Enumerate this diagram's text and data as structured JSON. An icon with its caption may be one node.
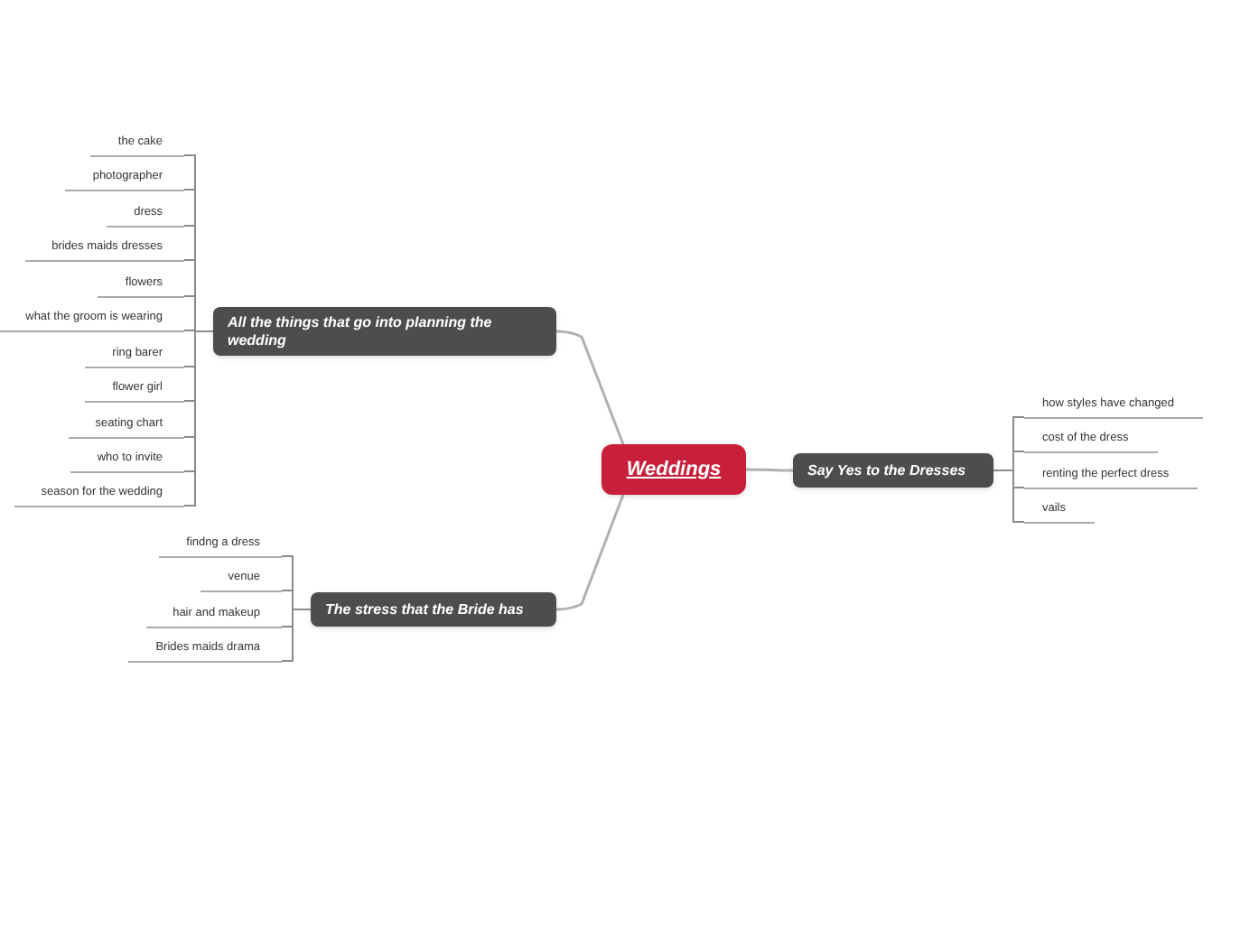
{
  "diagram": {
    "nodes": [
      {
        "text": [
          "Weddings"
        ]
      },
      {
        "text": [
          "All the things that go into planning the wedding"
        ]
      },
      {
        "text": [
          "the cake"
        ]
      },
      {
        "text": [
          "photographer"
        ]
      },
      {
        "text": [
          "dress"
        ]
      },
      {
        "text": [
          "brides maids dresses"
        ]
      },
      {
        "text": [
          "flowers"
        ]
      },
      {
        "text": [
          "what the groom is wearing"
        ]
      },
      {
        "text": [
          "ring barer"
        ]
      },
      {
        "text": [
          "flower girl"
        ]
      },
      {
        "text": [
          "seating chart"
        ]
      },
      {
        "text": [
          "who to invite"
        ]
      },
      {
        "text": [
          "season for the wedding"
        ]
      },
      {
        "text": [
          "The stress that the Bride has"
        ]
      },
      {
        "text": [
          "findng a dress"
        ]
      },
      {
        "text": [
          "venue"
        ]
      },
      {
        "text": [
          "hair and makeup"
        ]
      },
      {
        "text": [
          "Brides maids drama"
        ]
      },
      {
        "text": [
          "Say Yes to the Dresses"
        ]
      },
      {
        "text": [
          "how styles have changed"
        ]
      },
      {
        "text": [
          "cost of the dress"
        ]
      },
      {
        "text": [
          "renting the perfect dress"
        ]
      },
      {
        "text": [
          "vails"
        ]
      }
    ],
    "edges": [
      {
        "from": 0,
        "to": 1,
        "arrow": "none"
      },
      {
        "from": 1,
        "to": 2,
        "arrow": "none"
      },
      {
        "from": 1,
        "to": 3,
        "arrow": "none"
      },
      {
        "from": 1,
        "to": 4,
        "arrow": "none"
      },
      {
        "from": 1,
        "to": 5,
        "arrow": "none"
      },
      {
        "from": 1,
        "to": 6,
        "arrow": "none"
      },
      {
        "from": 1,
        "to": 7,
        "arrow": "none"
      },
      {
        "from": 1,
        "to": 8,
        "arrow": "none"
      },
      {
        "from": 1,
        "to": 9,
        "arrow": "none"
      },
      {
        "from": 1,
        "to": 10,
        "arrow": "none"
      },
      {
        "from": 1,
        "to": 11,
        "arrow": "none"
      },
      {
        "from": 1,
        "to": 12,
        "arrow": "none"
      },
      {
        "from": 0,
        "to": 13,
        "arrow": "none"
      },
      {
        "from": 13,
        "to": 14,
        "arrow": "none"
      },
      {
        "from": 13,
        "to": 15,
        "arrow": "none"
      },
      {
        "from": 13,
        "to": 16,
        "arrow": "none"
      },
      {
        "from": 13,
        "to": 17,
        "arrow": "none"
      },
      {
        "from": 0,
        "to": 18,
        "arrow": "none"
      },
      {
        "from": 18,
        "to": 19,
        "arrow": "none"
      },
      {
        "from": 18,
        "to": 20,
        "arrow": "none"
      },
      {
        "from": 18,
        "to": 21,
        "arrow": "none"
      },
      {
        "from": 18,
        "to": 22,
        "arrow": "none"
      }
    ]
  }
}
